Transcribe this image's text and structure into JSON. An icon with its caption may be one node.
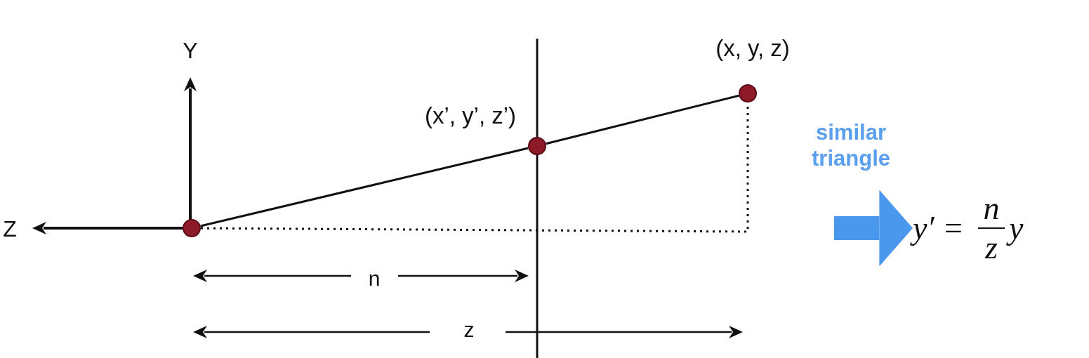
{
  "diagram": {
    "nodes": [
      {
        "text": [],
        "shape": "circle"
      },
      {
        "text": [],
        "shape": "circle",
        "beside": [
          "(x’, y’, z’)"
        ]
      },
      {
        "text": [],
        "shape": "circle",
        "beside": [
          "(x, y, z)"
        ]
      },
      {
        "text": [
          "y′ =",
          "n",
          "z",
          "y"
        ]
      }
    ],
    "edges": [
      {
        "from": 0,
        "to": 1,
        "arrow": "none"
      },
      {
        "from": 1,
        "to": 2,
        "arrow": "none"
      },
      {
        "from": 0,
        "to": 2,
        "arrow": "none",
        "style": "dashed"
      },
      {
        "from": null,
        "to": 3,
        "arrow": "to",
        "style": "thick",
        "color": "#4a97ee"
      }
    ],
    "labels": [
      "Y",
      "Z",
      "n",
      "z",
      "similar triangle"
    ]
  }
}
